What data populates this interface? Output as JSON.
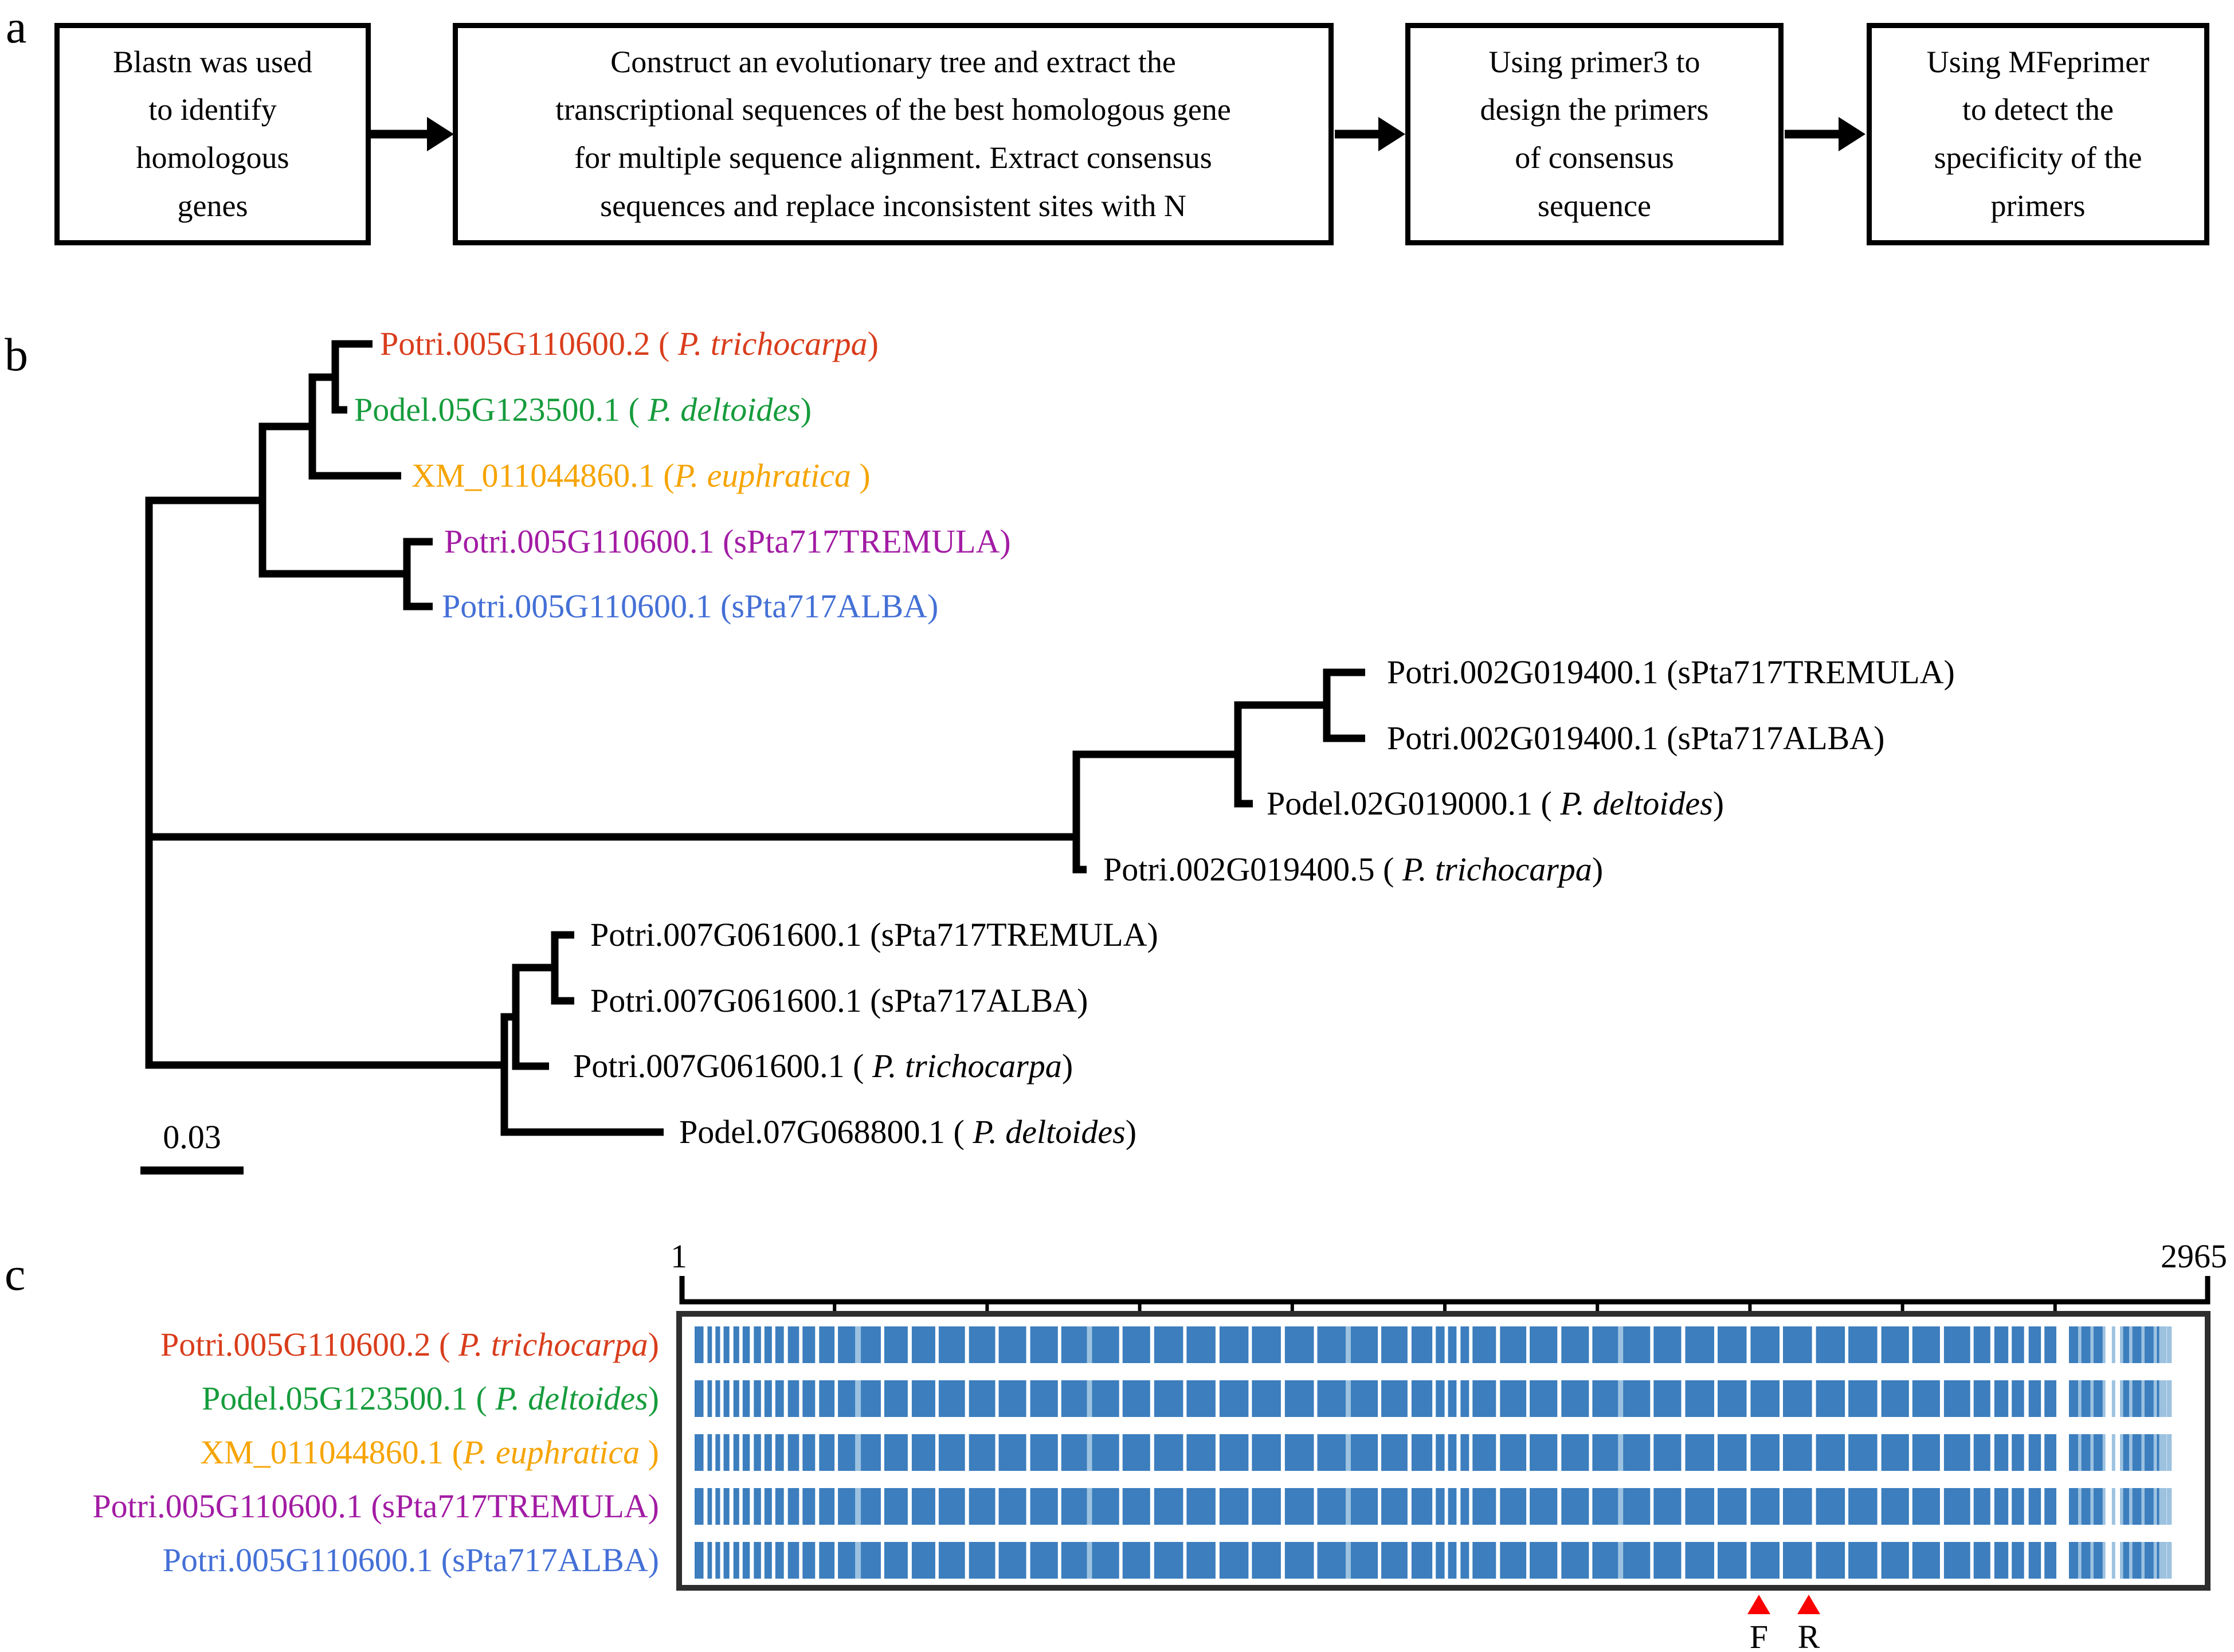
{
  "panel_a": {
    "label": "a",
    "boxes": [
      "Blastn was used\nto identify\nhomologous\ngenes",
      "Construct an evolutionary tree and extract the\ntranscriptional sequences of the best homologous gene\nfor multiple sequence alignment. Extract consensus\nsequences and replace inconsistent sites with N",
      "Using primer3 to\ndesign the primers\nof consensus\nsequence",
      "Using MFeprimer\nto detect the\nspecificity of the\nprimers"
    ]
  },
  "panel_b": {
    "label": "b",
    "scale_label": "0.03",
    "leaves": [
      {
        "id": "Potri.005G110600.2",
        "open": " ( ",
        "species": "P. trichocarpa",
        "close": ")",
        "species_italic": true,
        "color": "#D93D1C"
      },
      {
        "id": "Podel.05G123500.1",
        "open": " ( ",
        "species": "P. deltoides",
        "close": ")",
        "species_italic": true,
        "color": "#169C3C"
      },
      {
        "id": "XM_011044860.1",
        "open": " (",
        "species": "P. euphratica",
        "close": " )",
        "species_italic": true,
        "color": "#F6A402"
      },
      {
        "id": "Potri.005G110600.1",
        "open": " (",
        "species": "sPta717TREMULA",
        "close": ")",
        "species_italic": false,
        "color": "#A21CA4"
      },
      {
        "id": "Potri.005G110600.1",
        "open": " (",
        "species": "sPta717ALBA",
        "close": ")",
        "species_italic": false,
        "color": "#4470D6"
      },
      {
        "id": "Potri.002G019400.1",
        "open": " (",
        "species": "sPta717TREMULA",
        "close": ")",
        "species_italic": false,
        "color": "#000000"
      },
      {
        "id": "Potri.002G019400.1",
        "open": " (",
        "species": "sPta717ALBA",
        "close": ")",
        "species_italic": false,
        "color": "#000000"
      },
      {
        "id": "Podel.02G019000.1",
        "open": " ( ",
        "species": "P. deltoides",
        "close": ")",
        "species_italic": true,
        "color": "#000000"
      },
      {
        "id": "Potri.002G019400.5",
        "open": " ( ",
        "species": "P. trichocarpa",
        "close": ")",
        "species_italic": true,
        "color": "#000000"
      },
      {
        "id": "Potri.007G061600.1",
        "open": " (",
        "species": "sPta717TREMULA",
        "close": ")",
        "species_italic": false,
        "color": "#000000"
      },
      {
        "id": "Potri.007G061600.1",
        "open": " (",
        "species": "sPta717ALBA",
        "close": ")",
        "species_italic": false,
        "color": "#000000"
      },
      {
        "id": "Potri.007G061600.1",
        "open": " ( ",
        "species": "P. trichocarpa",
        "close": ")",
        "species_italic": true,
        "color": "#000000"
      },
      {
        "id": "Podel.07G068800.1",
        "open": " ( ",
        "species": "P. deltoides",
        "close": ")",
        "species_italic": true,
        "color": "#000000"
      }
    ]
  },
  "panel_c": {
    "label": "c",
    "start_label": "1",
    "end_label": "2965",
    "f_label": "F",
    "r_label": "R",
    "marker_color": "#FA0000",
    "rows": [
      {
        "id": "Potri.005G110600.2",
        "open": " ( ",
        "species": "P. trichocarpa",
        "close": ")",
        "species_italic": true,
        "color": "#D93D1C"
      },
      {
        "id": "Podel.05G123500.1",
        "open": " ( ",
        "species": "P. deltoides",
        "close": ")",
        "species_italic": true,
        "color": "#169C3C"
      },
      {
        "id": "XM_011044860.1",
        "open": " (",
        "species": "P. euphratica",
        "close": " )",
        "species_italic": true,
        "color": "#F6A402"
      },
      {
        "id": "Potri.005G110600.1",
        "open": " (",
        "species": "sPta717TREMULA",
        "close": ")",
        "species_italic": false,
        "color": "#A21CA4"
      },
      {
        "id": "Potri.005G110600.1",
        "open": " (",
        "species": "sPta717ALBA",
        "close": ")",
        "species_italic": false,
        "color": "#4470D6"
      }
    ],
    "alignment": {
      "bar_color": "#3C7EBE",
      "light_color": "#9CC2E0",
      "white_stripes": [
        [
          0.008,
          7,
          0
        ],
        [
          0.014,
          6,
          0
        ],
        [
          0.02,
          6,
          0
        ],
        [
          0.027,
          7,
          0
        ],
        [
          0.034,
          6,
          0
        ],
        [
          0.042,
          7,
          0
        ],
        [
          0.05,
          6,
          0
        ],
        [
          0.058,
          6,
          0
        ],
        [
          0.067,
          7,
          0
        ],
        [
          0.078,
          6,
          0
        ],
        [
          0.09,
          7,
          0
        ],
        [
          0.104,
          6,
          0
        ],
        [
          0.12,
          10,
          1
        ],
        [
          0.138,
          6,
          0
        ],
        [
          0.158,
          7,
          0
        ],
        [
          0.178,
          6,
          0
        ],
        [
          0.2,
          7,
          0
        ],
        [
          0.222,
          6,
          0
        ],
        [
          0.245,
          7,
          0
        ],
        [
          0.268,
          6,
          0
        ],
        [
          0.29,
          9,
          1
        ],
        [
          0.313,
          6,
          0
        ],
        [
          0.336,
          7,
          0
        ],
        [
          0.36,
          6,
          0
        ],
        [
          0.384,
          7,
          0
        ],
        [
          0.408,
          6,
          0
        ],
        [
          0.432,
          7,
          0
        ],
        [
          0.456,
          6,
          0
        ],
        [
          0.48,
          9,
          1
        ],
        [
          0.503,
          6,
          0
        ],
        [
          0.525,
          7,
          0
        ],
        [
          0.543,
          6,
          0
        ],
        [
          0.552,
          6,
          0
        ],
        [
          0.561,
          7,
          0
        ],
        [
          0.57,
          6,
          0
        ],
        [
          0.59,
          7,
          0
        ],
        [
          0.612,
          6,
          0
        ],
        [
          0.635,
          7,
          0
        ],
        [
          0.658,
          6,
          0
        ],
        [
          0.68,
          9,
          1
        ],
        [
          0.703,
          6,
          0
        ],
        [
          0.726,
          7,
          0
        ],
        [
          0.75,
          6,
          0
        ],
        [
          0.774,
          7,
          0
        ],
        [
          0.798,
          6,
          0
        ],
        [
          0.822,
          7,
          0
        ],
        [
          0.846,
          6,
          0
        ],
        [
          0.87,
          7,
          0
        ],
        [
          0.893,
          6,
          0
        ],
        [
          0.916,
          7,
          0
        ],
        [
          0.938,
          6,
          0
        ],
        [
          0.953,
          7,
          0
        ],
        [
          0.966,
          6,
          0
        ],
        [
          0.978,
          8,
          0
        ],
        [
          0.99,
          6,
          0
        ]
      ],
      "barcode": [
        [
          0.0,
          8,
          0
        ],
        [
          0.03,
          6,
          0
        ],
        [
          0.06,
          7,
          0
        ],
        [
          0.09,
          5,
          1
        ],
        [
          0.12,
          7,
          0
        ],
        [
          0.15,
          6,
          0
        ],
        [
          0.18,
          8,
          0
        ],
        [
          0.21,
          5,
          1
        ],
        [
          0.24,
          7,
          0
        ],
        [
          0.27,
          6,
          0
        ],
        [
          0.3,
          7,
          0
        ],
        [
          0.33,
          5,
          1
        ],
        [
          0.42,
          6,
          1
        ],
        [
          0.5,
          5,
          1
        ],
        [
          0.53,
          6,
          0
        ],
        [
          0.56,
          7,
          0
        ],
        [
          0.59,
          5,
          1
        ],
        [
          0.62,
          7,
          0
        ],
        [
          0.65,
          6,
          0
        ],
        [
          0.68,
          8,
          0
        ],
        [
          0.71,
          5,
          1
        ],
        [
          0.74,
          6,
          0
        ],
        [
          0.77,
          7,
          0
        ],
        [
          0.8,
          8,
          0
        ],
        [
          0.83,
          5,
          1
        ],
        [
          0.86,
          6,
          0
        ],
        [
          0.885,
          5,
          1
        ],
        [
          0.91,
          5,
          1
        ],
        [
          0.935,
          4,
          1
        ],
        [
          0.96,
          5,
          1
        ],
        [
          0.985,
          4,
          1
        ]
      ]
    }
  }
}
